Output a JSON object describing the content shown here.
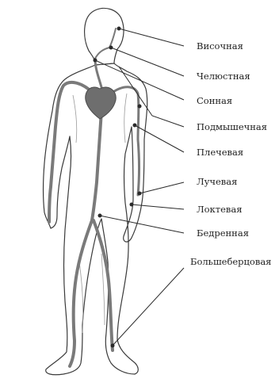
{
  "diagram": {
    "labels": [
      {
        "id": "temporal",
        "text": "Височная"
      },
      {
        "id": "mandibular",
        "text": "Челюстная"
      },
      {
        "id": "carotid",
        "text": "Сонная"
      },
      {
        "id": "axillary",
        "text": "Подмышечная"
      },
      {
        "id": "brachial",
        "text": "Плечевая"
      },
      {
        "id": "radial",
        "text": "Лучевая"
      },
      {
        "id": "ulnar",
        "text": "Локтевая"
      },
      {
        "id": "femoral",
        "text": "Бедренная"
      },
      {
        "id": "tibial",
        "text": "Большеберцовая"
      }
    ],
    "colors": {
      "outline": "#3a3a3a",
      "vessel": "#7a7a7a",
      "heart": "#6e6e6e",
      "leader": "#2a2a2a",
      "text": "#1f1f1f"
    }
  }
}
